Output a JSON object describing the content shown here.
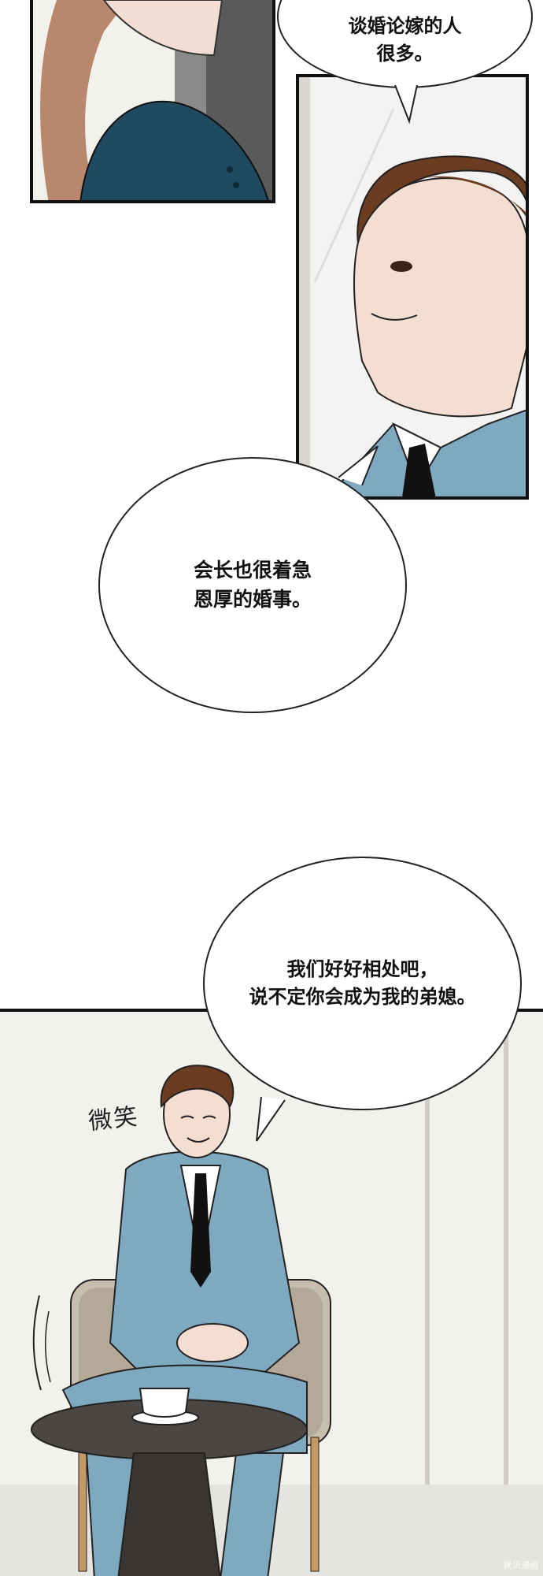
{
  "bubbles": {
    "top_right": "谈婚论嫁的人\n很多。",
    "middle": "会长也很着急\n恩厚的婚事。",
    "bottom": "我们好好相处吧，\n说不定你会成为我的弟媳。"
  },
  "sfx": {
    "smile": "微笑"
  },
  "watermark": "拷贝漫画",
  "colors": {
    "suit": "#7fa9c1",
    "hair": "#6b3b22",
    "woman_hair": "#b9876b",
    "blouse": "#1f4a60",
    "ink": "#222222"
  }
}
